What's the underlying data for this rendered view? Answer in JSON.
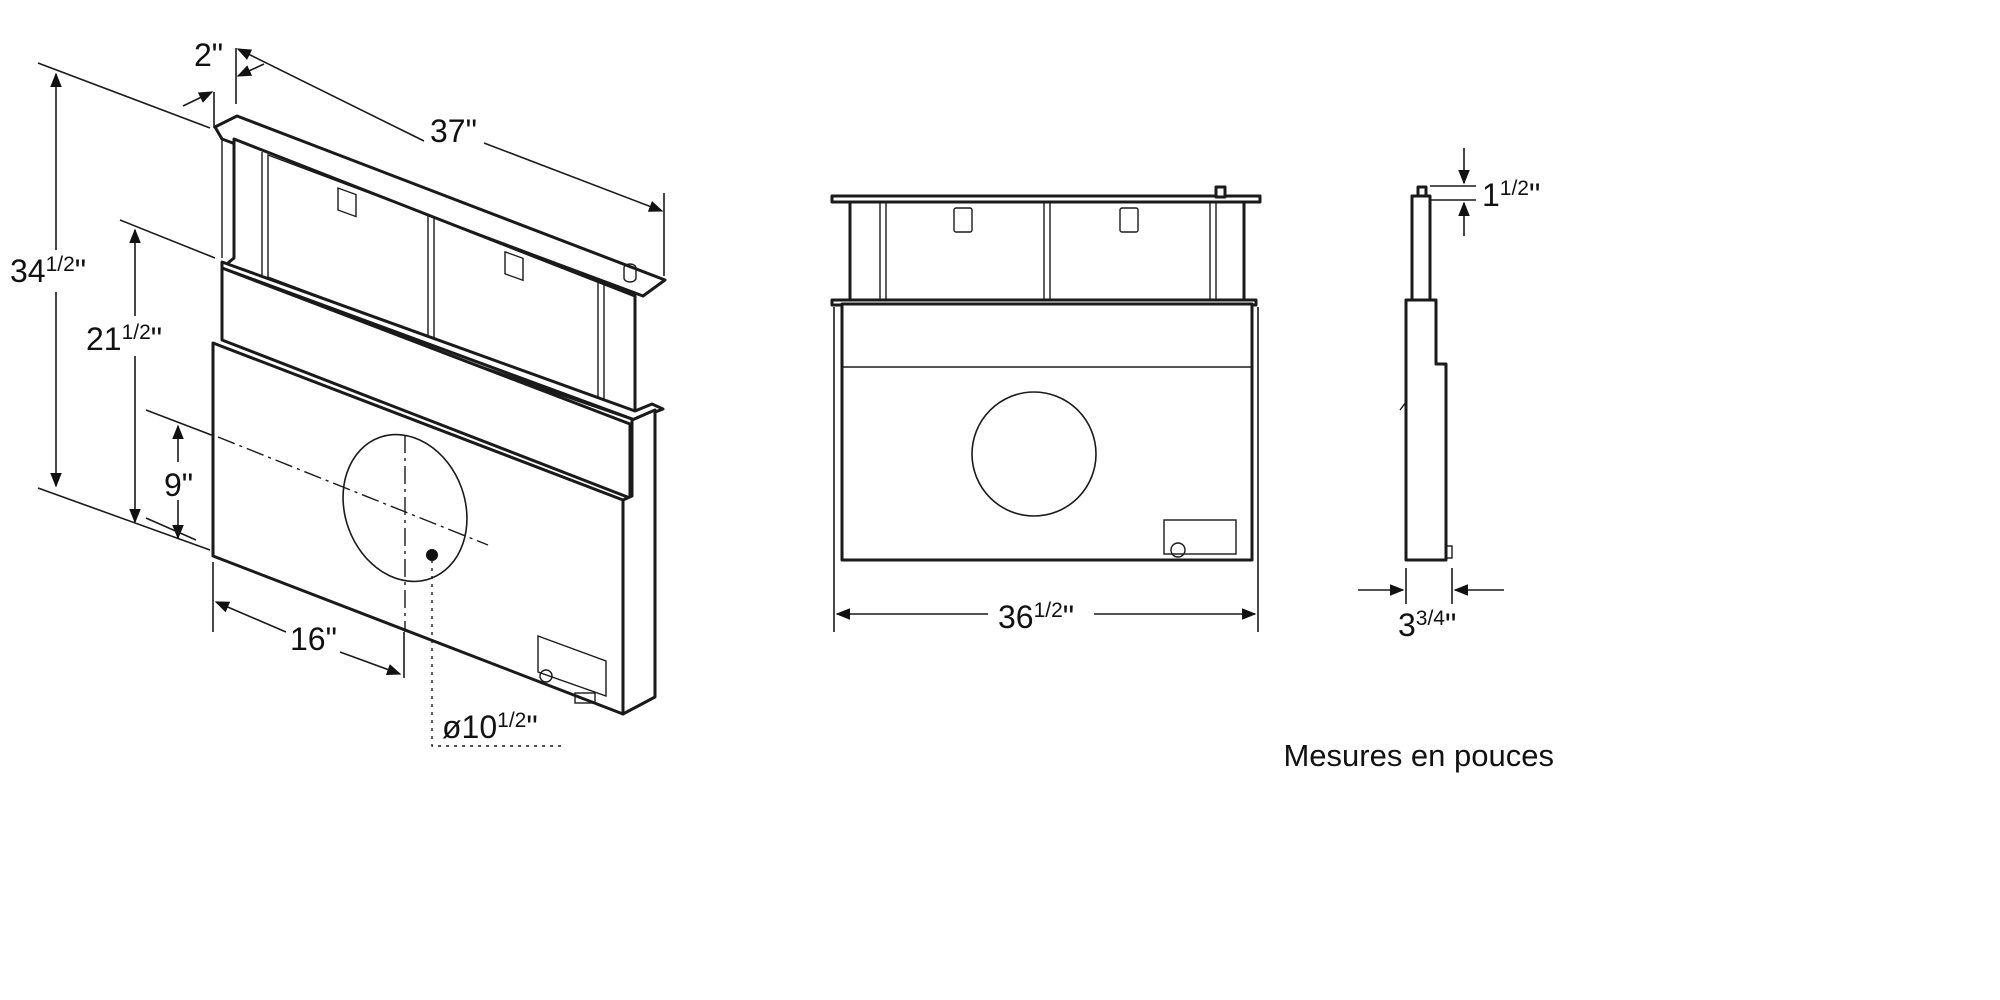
{
  "dimensions": {
    "depth_top": "2\"",
    "width_top": "37\"",
    "total_height": {
      "whole": "34",
      "frac": "1/2",
      "unit": "\""
    },
    "body_height": {
      "whole": "21",
      "frac": "1/2",
      "unit": "\""
    },
    "duct_center_height": "9\"",
    "duct_center_offset": "16\"",
    "duct_diameter": {
      "whole": "ø10",
      "frac": "1/2",
      "unit": "\""
    },
    "front_width": {
      "whole": "36",
      "frac": "1/2",
      "unit": "\""
    },
    "side_top_depth": {
      "whole": "1",
      "frac": "1/2",
      "unit": "\""
    },
    "side_depth": {
      "whole": "3",
      "frac": "3/4",
      "unit": "\""
    }
  },
  "caption": "Mesures en pouces"
}
